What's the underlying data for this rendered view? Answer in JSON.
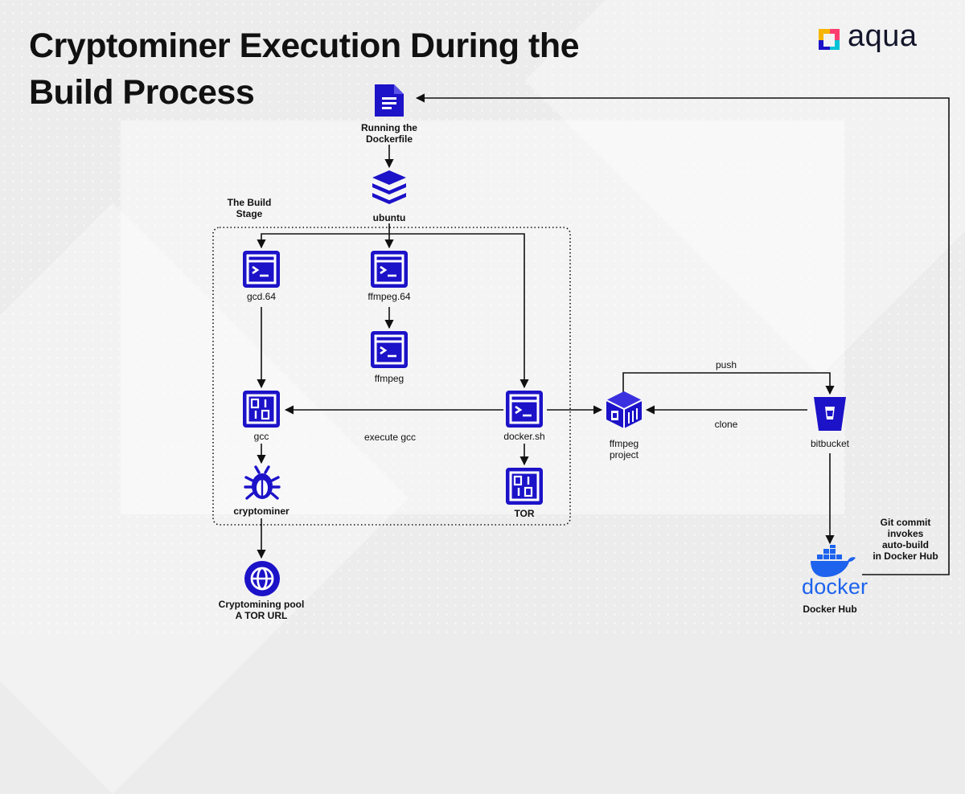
{
  "title": "Cryptominer Execution During the Build Process",
  "logo_text": "aqua",
  "colors": {
    "icon_blue": "#1c12c8",
    "docker_blue": "#1d63ed",
    "line": "#111111"
  },
  "nodes": {
    "dockerfile": {
      "label": "Running the\nDockerfile",
      "icon": "document-icon"
    },
    "ubuntu": {
      "label": "ubuntu",
      "icon": "layers-stack-icon"
    },
    "build_stage": {
      "label": "The Build\nStage"
    },
    "gcd64": {
      "label": "gcd.64",
      "icon": "terminal-icon"
    },
    "ffmpeg64": {
      "label": "ffmpeg.64",
      "icon": "terminal-icon"
    },
    "ffmpeg": {
      "label": "ffmpeg",
      "icon": "terminal-icon"
    },
    "gcc": {
      "label": "gcc",
      "icon": "binary-icon"
    },
    "docker_sh": {
      "label": "docker.sh",
      "icon": "terminal-icon"
    },
    "tor": {
      "label": "TOR",
      "icon": "binary-icon"
    },
    "cryptominer": {
      "label": "cryptominer",
      "icon": "bug-icon"
    },
    "pool": {
      "label": "Cryptomining pool\nA TOR URL",
      "icon": "globe-icon"
    },
    "ffmpeg_project": {
      "label": "ffmpeg\nproject",
      "icon": "container-box-icon"
    },
    "bitbucket": {
      "label": "bitbucket",
      "icon": "bucket-icon"
    },
    "docker_hub": {
      "label": "Docker Hub",
      "icon": "docker-whale-icon",
      "wordmark": "docker"
    }
  },
  "edge_labels": {
    "execute_gcc": "execute gcc",
    "push": "push",
    "clone": "clone",
    "git_commit": "Git commit\ninvokes\nauto-build\nin Docker Hub"
  }
}
